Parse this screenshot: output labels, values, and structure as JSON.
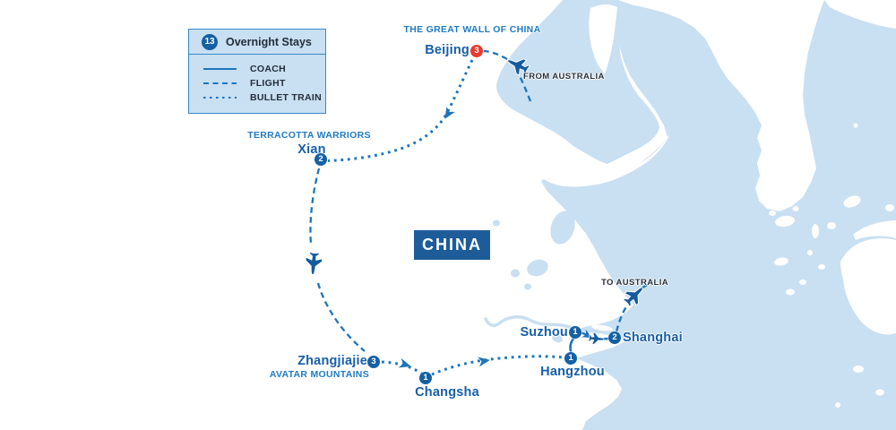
{
  "legend": {
    "count": "13",
    "title": "Overnight Stays",
    "items": [
      {
        "label": "COACH",
        "style": "solid"
      },
      {
        "label": "FLIGHT",
        "style": "dashed"
      },
      {
        "label": "BULLET TRAIN",
        "style": "dotted"
      }
    ]
  },
  "country_label": "CHINA",
  "stops": [
    {
      "city": "Beijing",
      "nights": "3",
      "attraction": "THE GREAT WALL OF CHINA"
    },
    {
      "city": "Xian",
      "nights": "2",
      "attraction": "TERRACOTTA WARRIORS"
    },
    {
      "city": "Zhangjiajie",
      "nights": "3",
      "attraction": "AVATAR MOUNTAINS"
    },
    {
      "city": "Changsha",
      "nights": "1"
    },
    {
      "city": "Hangzhou",
      "nights": "1"
    },
    {
      "city": "Suzhou",
      "nights": "1"
    },
    {
      "city": "Shanghai",
      "nights": "2"
    }
  ],
  "flight_notes": {
    "from_australia": "FROM AUSTRALIA",
    "to_australia": "TO AUSTRALIA"
  },
  "routes": [
    {
      "from": "Australia",
      "to": "Beijing",
      "mode": "flight"
    },
    {
      "from": "Beijing",
      "to": "Xian",
      "mode": "bullet-train"
    },
    {
      "from": "Xian",
      "to": "Zhangjiajie",
      "mode": "flight"
    },
    {
      "from": "Zhangjiajie",
      "to": "Changsha",
      "mode": "bullet-train"
    },
    {
      "from": "Changsha",
      "to": "Hangzhou",
      "mode": "bullet-train"
    },
    {
      "from": "Hangzhou",
      "to": "Suzhou",
      "mode": "coach"
    },
    {
      "from": "Suzhou",
      "to": "Shanghai",
      "mode": "coach"
    },
    {
      "from": "Shanghai",
      "to": "Australia",
      "mode": "flight"
    }
  ],
  "colors": {
    "route_blue": "#1C75BC",
    "city_blue": "#175FA8",
    "badge_blue": "#1560A4",
    "badge_red": "#E93B32",
    "sea": "#C9DFF2",
    "china_box": "#1D5C99",
    "dark_text": "#232E3B",
    "legend_bg": "#C9DFF2",
    "legend_border": "#3C87C8"
  }
}
